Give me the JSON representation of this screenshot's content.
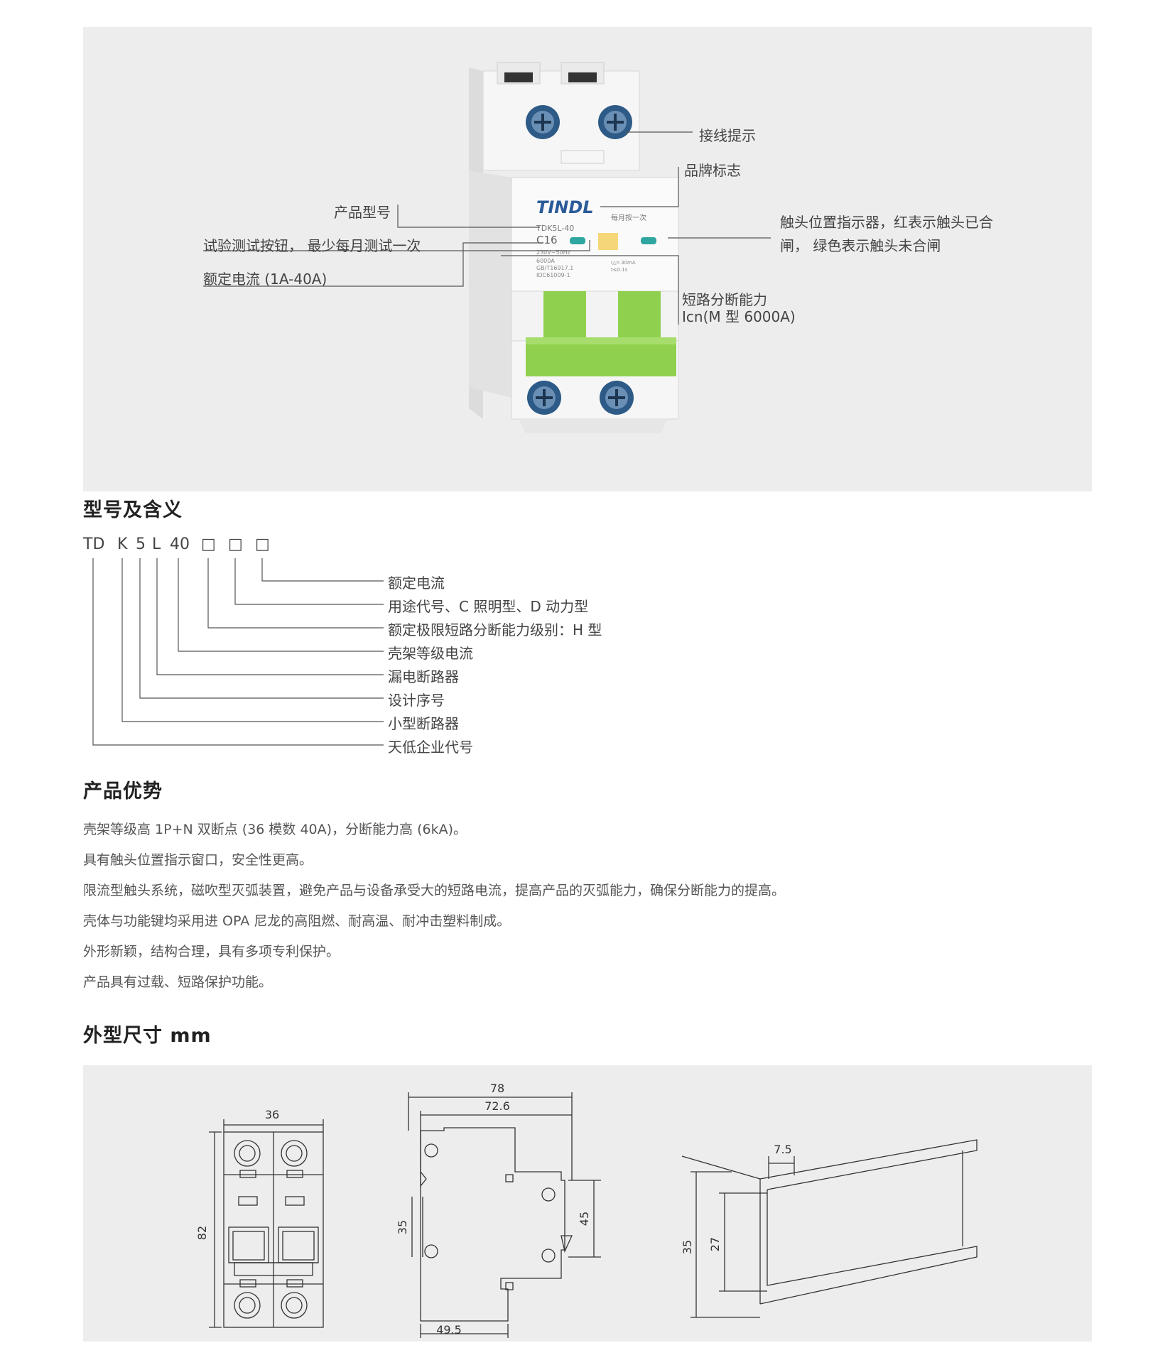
{
  "product_photo": {
    "device": {
      "brand_mark": "TINDL",
      "model": "TDK5L-40",
      "rating": "C16",
      "voltage": "230V~50Hz",
      "breaking": "6000A",
      "standard_1": "GB/T16917.1",
      "standard_2": "IDC61009-1",
      "test_note": "每月按一次",
      "sensitivity_1": "I△n 30mA",
      "sensitivity_2": "t≤0.1s"
    },
    "callouts": {
      "wiring": "接线提示",
      "brand": "品牌标志",
      "model": "产品型号",
      "test_button": "试验测试按钮， 最少每月测试一次",
      "rated_current": "额定电流 (1A-40A)",
      "contact_indicator_line1": "触头位置指示器，红表示触头已合",
      "contact_indicator_line2": "闸， 绿色表示触头未合闸",
      "short_circuit_line1": "短路分断能力",
      "short_circuit_line2": "Icn(M 型 6000A)"
    }
  },
  "model_section": {
    "title": "型号及含义",
    "code": [
      "TD",
      "K",
      "5",
      "L",
      "40",
      "□",
      "□",
      "□"
    ],
    "legend": [
      "额定电流",
      "用途代号、C 照明型、D 动力型",
      "额定极限短路分断能力级别：H 型",
      "壳架等级电流",
      "漏电断路器",
      "设计序号",
      "小型断路器",
      "天低企业代号"
    ]
  },
  "advantages": {
    "title": "产品优势",
    "items": [
      "壳架等级高 1P+N 双断点 (36 模数 40A)，分断能力高 (6kA)。",
      "具有触头位置指示窗口，安全性更高。",
      "限流型触头系统，磁吹型灭弧装置，避免产品与设备承受大的短路电流，提高产品的灭弧能力，确保分断能力的提高。",
      "壳体与功能键均采用进 OPA 尼龙的高阻燃、耐高温、耐冲击塑料制成。",
      "外形新颖，结构合理，具有多项专利保护。",
      "产品具有过载、短路保护功能。"
    ]
  },
  "dimensions": {
    "title": "外型尺寸 mm",
    "front": {
      "width": "36",
      "height": "82"
    },
    "side": {
      "overall": "78",
      "inner": "72.6",
      "depth_left": "35",
      "depth_right": "45",
      "base": "49.5"
    },
    "rail": {
      "flange": "7.5",
      "height": "35",
      "inner": "27"
    }
  },
  "colors": {
    "panel_bg": "#ededed",
    "handle_green": "#8fd14f",
    "indicator_teal": "#2fa6a0",
    "test_button_yellow": "#f5d77a"
  }
}
